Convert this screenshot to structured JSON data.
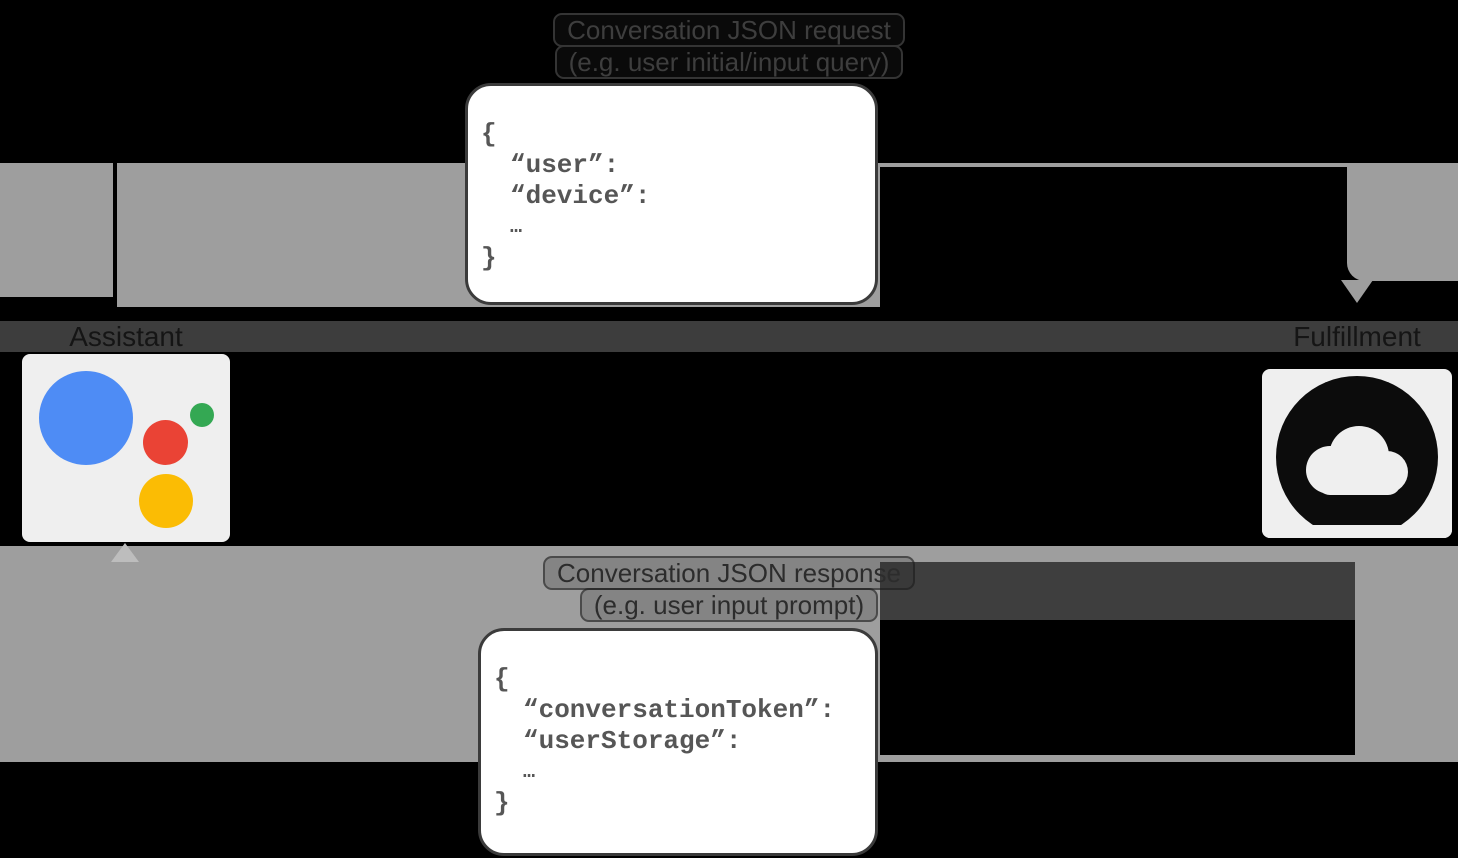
{
  "request": {
    "label_line1": "Conversation JSON request",
    "label_line2": "(e.g. user initial/input query)",
    "code": {
      "open": "{",
      "key1": "“user”:",
      "key2": "“device”:",
      "ellipsis": "…",
      "close": "}"
    }
  },
  "response": {
    "label_line1": "Conversation JSON response",
    "label_line2": "(e.g. user input prompt)",
    "code": {
      "open": "{",
      "key1": "“conversationToken”:",
      "key2": "“userStorage”:",
      "ellipsis": "…",
      "close": "}"
    }
  },
  "actors": {
    "assistant": {
      "label": "Assistant",
      "icon": "google-assistant-icon"
    },
    "fulfillment": {
      "label": "Fulfillment",
      "icon": "cloud-icon"
    }
  },
  "colors": {
    "arrow_gray": "#9e9e9e",
    "label_bar": "#3d3d3d",
    "card_bg": "#efefef",
    "assistant_blue": "#4e8cf5",
    "assistant_red": "#ea4335",
    "assistant_green": "#34a853",
    "assistant_yellow": "#fbbc04",
    "cloud_black": "#0c0c0c"
  }
}
